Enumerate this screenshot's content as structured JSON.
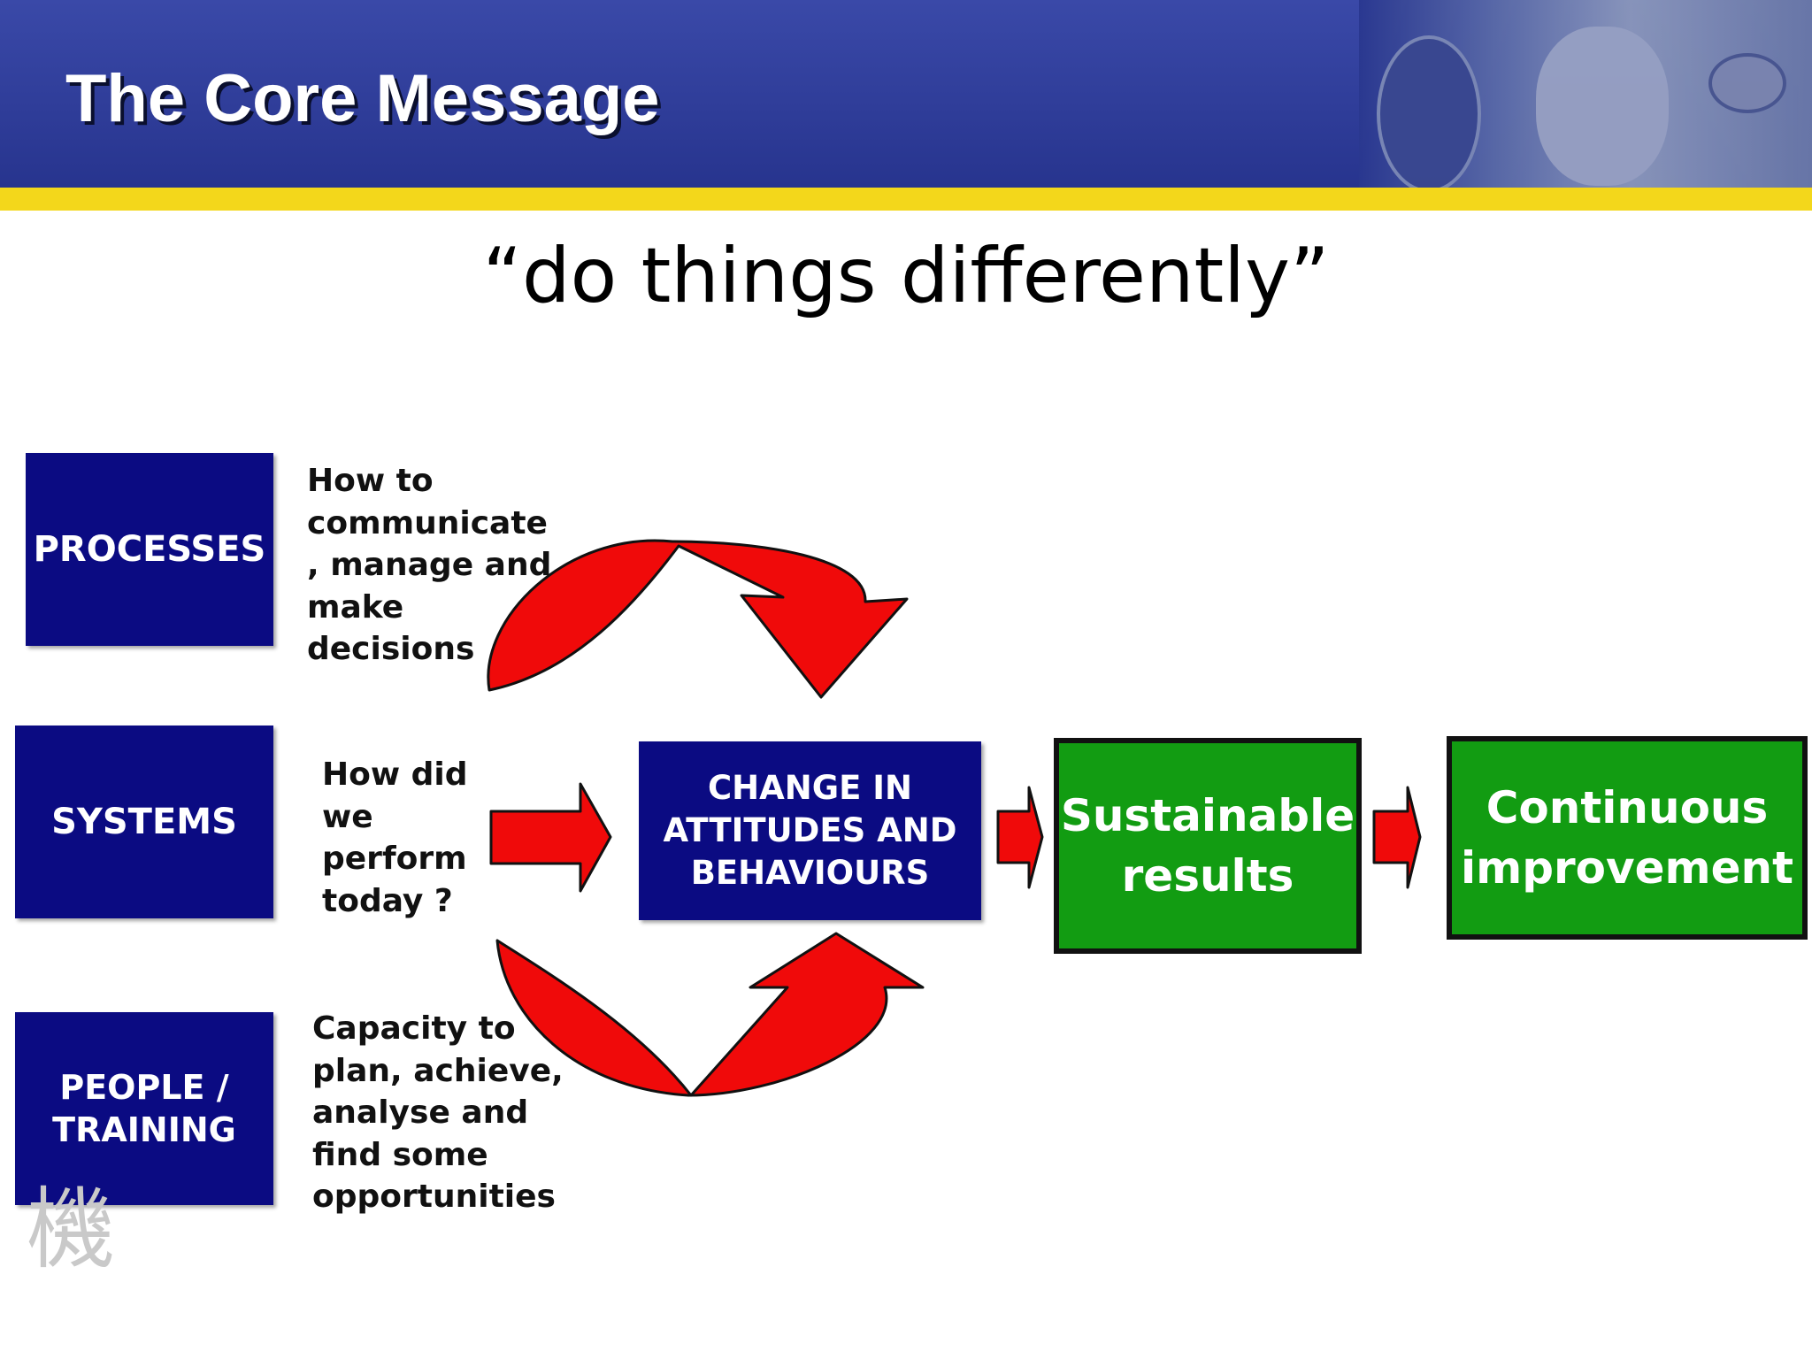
{
  "header": {
    "title": "The Core Message"
  },
  "subtitle": "“do things differently”",
  "left_boxes": [
    {
      "label": "PROCESSES"
    },
    {
      "label": "SYSTEMS"
    },
    {
      "label": "PEOPLE /\nTRAINING"
    }
  ],
  "side_texts": [
    {
      "text": "How to\ncommunicate\n, manage and\nmake\ndecisions"
    },
    {
      "text": "How did\nwe\nperform\ntoday ?"
    },
    {
      "text": "Capacity to\nplan, achieve,\nanalyse and\nfind some\nopportunities"
    }
  ],
  "center_box": {
    "label": "CHANGE IN\nATTITUDES AND\nBEHAVIOURS"
  },
  "results_box": {
    "label": "Sustainable\nresults"
  },
  "improvement_box": {
    "label": "Continuous\nimprovement"
  },
  "colors": {
    "header_blue": "#2f3d9c",
    "accent_yellow": "#f3d71b",
    "box_navy": "#0b0b82",
    "arrow_red": "#f00a0a",
    "result_green": "#129c12"
  }
}
